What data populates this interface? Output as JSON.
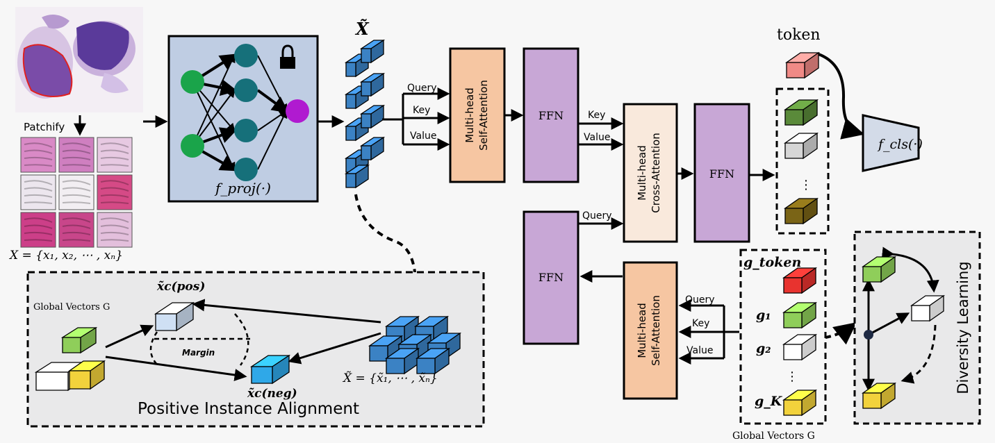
{
  "patchify_label": "Patchify",
  "patch_set_label": "X = {x₁, x₂, ⋯ , xₙ}",
  "projector_label": "f_proj(·)",
  "x_tilde_label": "X̃",
  "query_label": "Query",
  "key_label": "Key",
  "value_label": "Value",
  "mhsa_line1": "Multi-head",
  "mhsa_line2": "Self-Attention",
  "ffn_label": "FFN",
  "mhca_line1": "Multi-head",
  "mhca_line2": "Cross-Attention",
  "token_label": "token",
  "cls_label": "f_cls(·)",
  "g_token_label": "g_token",
  "g1_label": "g₁",
  "g2_label": "g₂",
  "gK_label": "g_K",
  "global_vectors_label": "Global Vectors G",
  "diversity_label": "Diversity Learning",
  "pia_title": "Positive Instance Alignment",
  "margin_label": "Margin",
  "pos_label": "x̃c(pos)",
  "neg_label": "x̃c(neg)",
  "x_set_label": "X̃ = {x̃₁, ⋯ , x̃ₙ}",
  "colors": {
    "blue_cube": "#3b82c4",
    "green_cube": "#8fce5a",
    "yellow_cube": "#f2d23c",
    "red_cube": "#e8332f",
    "salmon_cube": "#f08a86",
    "ffn_purple": "#c8a7d6",
    "mhsa_orange": "#f6c6a2",
    "projector_bg": "#bfcde3",
    "node_green": "#1aa44a",
    "node_teal": "#16707a",
    "node_purple": "#b01ad0",
    "cls_fill": "#d3dbe8"
  }
}
